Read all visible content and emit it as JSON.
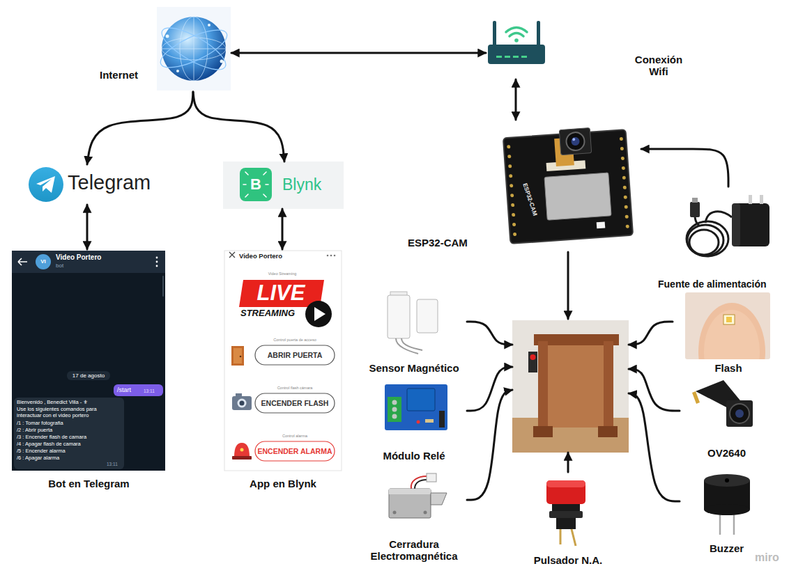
{
  "diagram": {
    "nodes": [
      {
        "text": [
          "Internet"
        ]
      },
      {
        "text": [
          "Conexión Wifi"
        ]
      },
      {
        "text": [
          "Telegram"
        ]
      },
      {
        "text": [
          "B",
          "Blynk"
        ]
      },
      {
        "text": [
          "ESP32-CAM",
          "ESP32-CAM"
        ]
      },
      {
        "text": [
          "Fuente de alimentación"
        ]
      },
      {
        "text": [
          "VI",
          "Video Portero",
          "bot",
          "17 de agosto",
          "/start",
          "13:11",
          "Bienvenido , Benedict Villa - ⚜",
          "Use los siguientes comandos para interactuar con el video portero",
          "/1 : Tomar fotografia",
          "/2 : Abrir puerta",
          "/3 : Encender flash de camara",
          "/4 : Apagar flash de camara",
          "/5 : Encender alarma",
          "/6 : Apagar alarma",
          "13:11",
          "Bot en Telegram"
        ]
      },
      {
        "text": [
          "Video Portero",
          "Video Streaming",
          "LIVE",
          "STREAMING",
          "Control puerta de acceso",
          "ABRIR PUERTA",
          "Control flash cámara",
          "ENCENDER FLASH",
          "Control alarma",
          "ENCENDER ALARMA",
          "App en Blynk"
        ]
      },
      {
        "text": [
          "Sensor Magnético"
        ]
      },
      {
        "text": []
      },
      {
        "text": [
          "Flash"
        ]
      },
      {
        "text": [
          "Módulo Relé"
        ]
      },
      {
        "text": [
          "OV2640"
        ]
      },
      {
        "text": [
          "Cerradura Electromagnética"
        ]
      },
      {
        "text": [
          "Pulsador N.A."
        ]
      },
      {
        "text": [
          "Buzzer"
        ]
      }
    ],
    "edges": [
      {
        "from": 0,
        "to": 1,
        "arrow": "both"
      },
      {
        "from": 0,
        "to": 2,
        "arrow": "to"
      },
      {
        "from": 0,
        "to": 3,
        "arrow": "to"
      },
      {
        "from": 2,
        "to": 6,
        "arrow": "both"
      },
      {
        "from": 3,
        "to": 7,
        "arrow": "both"
      },
      {
        "from": 1,
        "to": 4,
        "arrow": "both"
      },
      {
        "from": 5,
        "to": 4,
        "arrow": "to"
      },
      {
        "from": 4,
        "to": 9,
        "arrow": "to"
      },
      {
        "from": 8,
        "to": 9,
        "arrow": "to"
      },
      {
        "from": 11,
        "to": 9,
        "arrow": "to"
      },
      {
        "from": 13,
        "to": 9,
        "arrow": "to"
      },
      {
        "from": 14,
        "to": 9,
        "arrow": "to"
      },
      {
        "from": 10,
        "to": 9,
        "arrow": "to"
      },
      {
        "from": 12,
        "to": 9,
        "arrow": "to"
      },
      {
        "from": 15,
        "to": 9,
        "arrow": "to"
      }
    ],
    "labels": [
      "miro"
    ]
  }
}
